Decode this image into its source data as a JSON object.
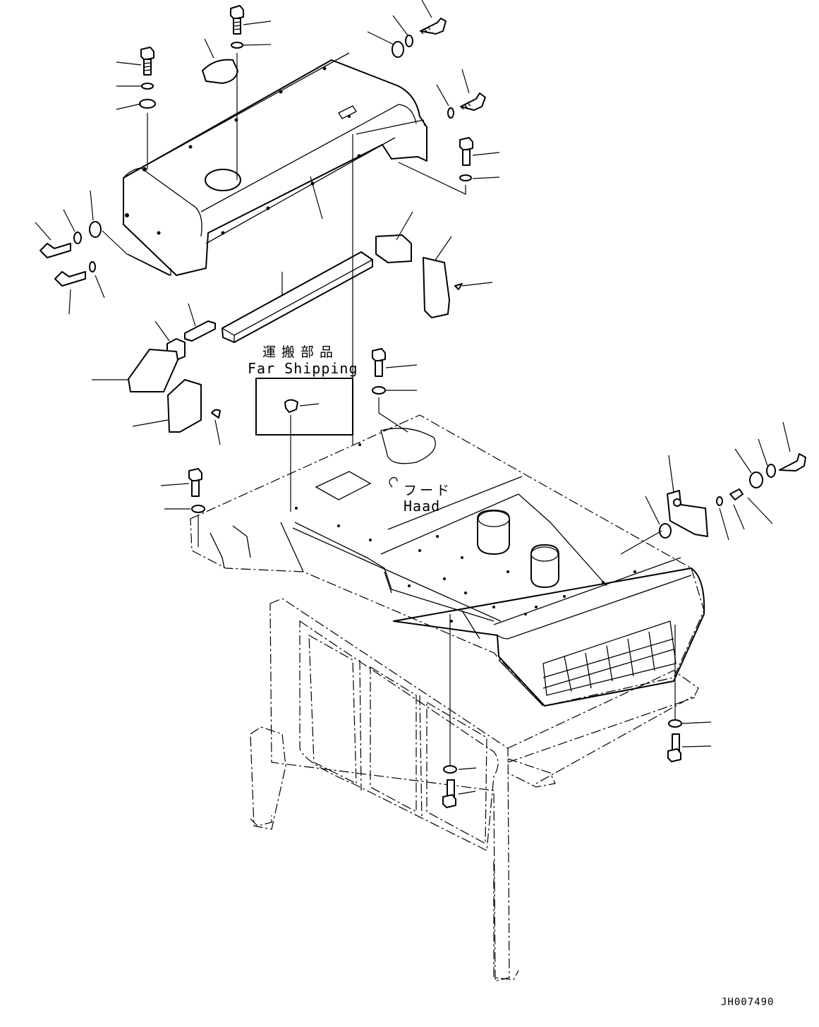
{
  "labels": {
    "shipping_jp": "運搬部品",
    "shipping_en": "Far Shipping",
    "hood_jp": "フード",
    "hood_en": "Haad",
    "drawing_number": "JH007490"
  }
}
